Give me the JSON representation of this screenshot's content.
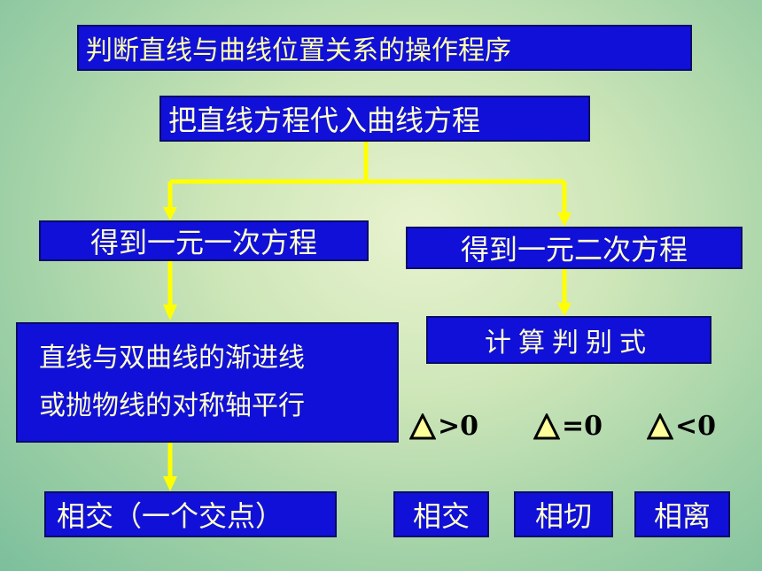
{
  "title": "判断直线与曲线位置关系的操作程序",
  "step1": "把直线方程代入曲线方程",
  "branch_linear": "得到一元一次方程",
  "branch_quadratic": "得到一元二次方程",
  "discriminant": "计算判别式",
  "asymptote_line1": "直线与双曲线的渐进线",
  "asymptote_line2": "或抛物线的对称轴平行",
  "conditions": {
    "gt": ">0",
    "eq": "=0",
    "lt": "<0"
  },
  "results": {
    "linear": "相交（一个交点）",
    "intersect": "相交",
    "tangent": "相切",
    "separate": "相离"
  },
  "colors": {
    "box_fill": "#1010d8",
    "arrow": "#ffff00",
    "triangle": "#ffff99"
  }
}
